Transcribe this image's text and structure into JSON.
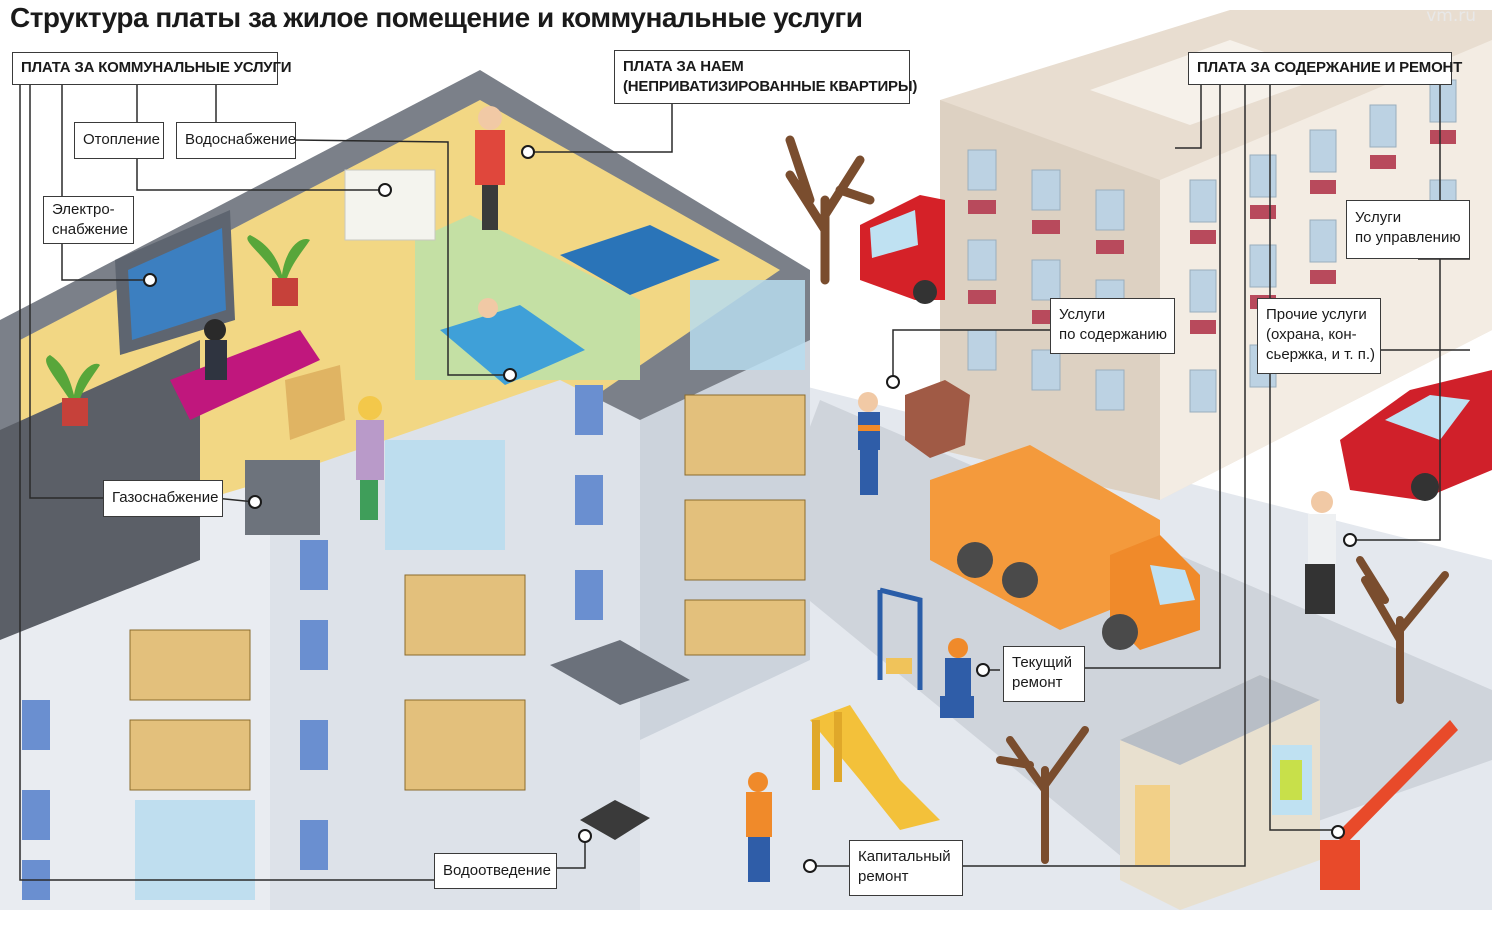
{
  "title": "Структура платы за жилое помещение и коммунальные услуги",
  "watermark": "vm.ru",
  "categories": {
    "utilities": "ПЛАТА ЗА КОММУНАЛЬНЫЕ УСЛУГИ",
    "rent": [
      "ПЛАТА ЗА НАЕМ",
      "(НЕПРИВАТИЗИРОВАННЫЕ КВАРТИРЫ)"
    ],
    "maintenance": "ПЛАТА ЗА СОДЕРЖАНИЕ И РЕМОНТ"
  },
  "utility_items": {
    "heating": "Отопление",
    "water": "Водоснабжение",
    "electricity": [
      "Электро-",
      "снабжение"
    ],
    "gas": "Газоснабжение",
    "sewerage": "Водоотведение"
  },
  "maintenance_items": {
    "management": [
      "Услуги",
      "по управлению"
    ],
    "upkeep": [
      "Услуги",
      "по содержанию"
    ],
    "other": [
      "Прочие услуги",
      "(охрана, кон-",
      "сьержка, и т. п.)"
    ],
    "current_repair": [
      "Текущий",
      "ремонт"
    ],
    "capital_repair": [
      "Капитальный",
      "ремонт"
    ]
  }
}
